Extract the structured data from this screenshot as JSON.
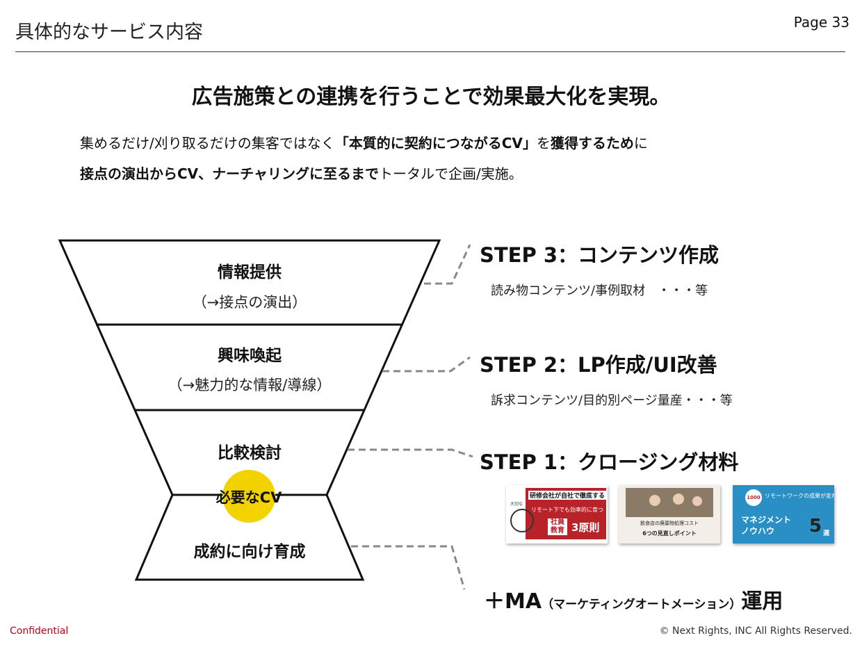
{
  "header": {
    "title": "具体的なサービス内容",
    "page": "Page 33"
  },
  "headline": "広告施策との連携を行うことで効果最大化を実現。",
  "lead": {
    "line1": {
      "pre": "集めるだけ/刈り取るだけの集客ではなく",
      "bold1": "「本質的に契約につながるCV」",
      "mid": "を",
      "bold2": "獲得するため",
      "post": "に"
    },
    "line2": {
      "bold": "接点の演出からCV、ナーチャリングに至るまで",
      "post": "トータルで企画/実施。"
    }
  },
  "funnel": {
    "stage1": {
      "title": "情報提供",
      "sub": "（→接点の演出）"
    },
    "stage2": {
      "title": "興味喚起",
      "sub": "（→魅力的な情報/導線）"
    },
    "stage3": {
      "title": "比較検討"
    },
    "cv": "必要なCV",
    "stage4": {
      "title": "成約に向け育成"
    }
  },
  "steps": {
    "step3": {
      "title": "STEP 3：コンテンツ作成",
      "note": "読み物コンテンツ/事例取材　・・・等"
    },
    "step2": {
      "title": "STEP 2：LP作成/UI改善",
      "note": "訴求コンテンツ/目的別ページ量産・・・等"
    },
    "step1": {
      "title": "STEP 1：クロージング材料"
    },
    "ma": {
      "prefix": "＋MA",
      "paren": "（マーケティングオートメーション）",
      "suffix": "運用"
    }
  },
  "thumbnails": {
    "t1": {
      "head": "研修会社が自社で徹底する",
      "sub": "リモート下でも効率的に育つ",
      "tag": "社員教育",
      "big": "3原則",
      "side": "大切な"
    },
    "t2": {
      "line1": "飲食店の廃棄物処理コスト",
      "line2": "6つの見直しポイント"
    },
    "t3": {
      "badge": "1000",
      "head": "リモートワークの成果が変わった！",
      "title_1": "マネジメント",
      "title_2": "ノウハウ",
      "num": "5",
      "sen": "選"
    }
  },
  "footer": {
    "confidential": "Confidential",
    "copyright": "© Next Rights, INC  All Rights Reserved."
  },
  "colors": {
    "cv_highlight": "#f2d300",
    "confidential": "#c0001a",
    "thumb_red": "#b8232a",
    "thumb_blue": "#2a8fc4"
  }
}
